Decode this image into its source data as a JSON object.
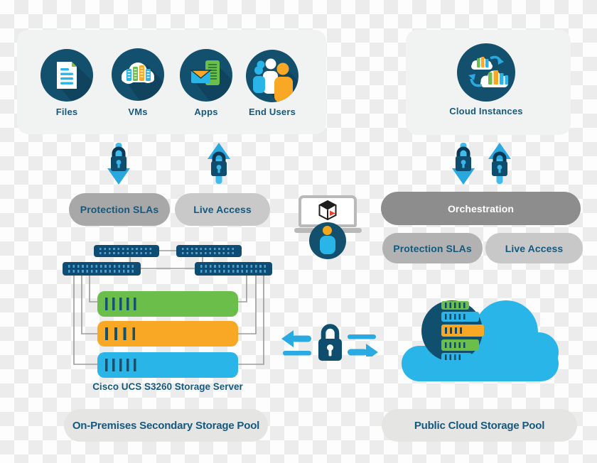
{
  "colors": {
    "accent_blue": "#29abe2",
    "light_blue": "#29b5e8",
    "dark_teal": "#13506e",
    "text_blue": "#15597f",
    "green": "#6cbe4b",
    "orange": "#f9a825",
    "lock_dark": "#0e4d6d",
    "orchestration_gray": "#8d8d8d",
    "pill_mid_gray": "#a8a8a8",
    "pill_light_gray": "#c9c9c9",
    "panel_bg": "#f1f2f2",
    "bottom_pill_bg": "#e5e5e3",
    "connector_gray": "#9b9b9b"
  },
  "top_left_panel": {
    "items": [
      {
        "label": "Files",
        "icon": "document-icon"
      },
      {
        "label": "VMs",
        "icon": "cloud-servers-icon"
      },
      {
        "label": "Apps",
        "icon": "mail-app-icon"
      },
      {
        "label": "End Users",
        "icon": "users-icon"
      }
    ]
  },
  "top_right_panel": {
    "label": "Cloud Instances",
    "icon": "cloud-sync-icon"
  },
  "left_controls": {
    "protection_sla": "Protection SLAs",
    "live_access": "Live Access"
  },
  "right_controls": {
    "orchestration": "Orchestration",
    "protection_sla": "Protection SLAs",
    "live_access": "Live Access"
  },
  "storage_server": {
    "label": "Cisco UCS S3260 Storage Server"
  },
  "pools": {
    "on_premises": "On-Premises Secondary Storage Pool",
    "public_cloud": "Public Cloud Storage Pool"
  }
}
